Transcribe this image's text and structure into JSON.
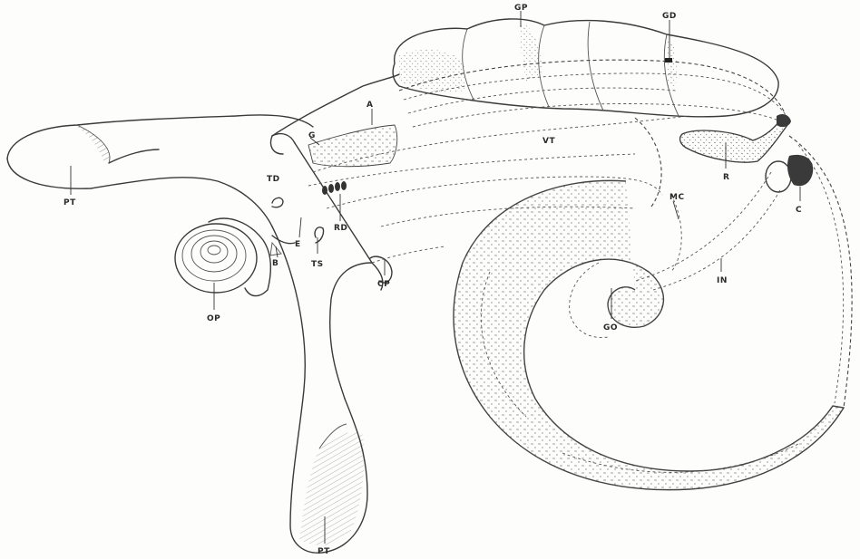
{
  "labels": {
    "gp": "GP",
    "gd": "GD",
    "a": "A",
    "vt": "VT",
    "g": "G",
    "td": "TD",
    "pt_left": "PT",
    "rd": "RD",
    "e": "E",
    "r": "R",
    "c": "C",
    "mc": "MC",
    "in": "IN",
    "ts": "TS",
    "b": "B",
    "op": "OP",
    "cp": "CP",
    "go": "GO",
    "pt_bottom": "PT"
  }
}
